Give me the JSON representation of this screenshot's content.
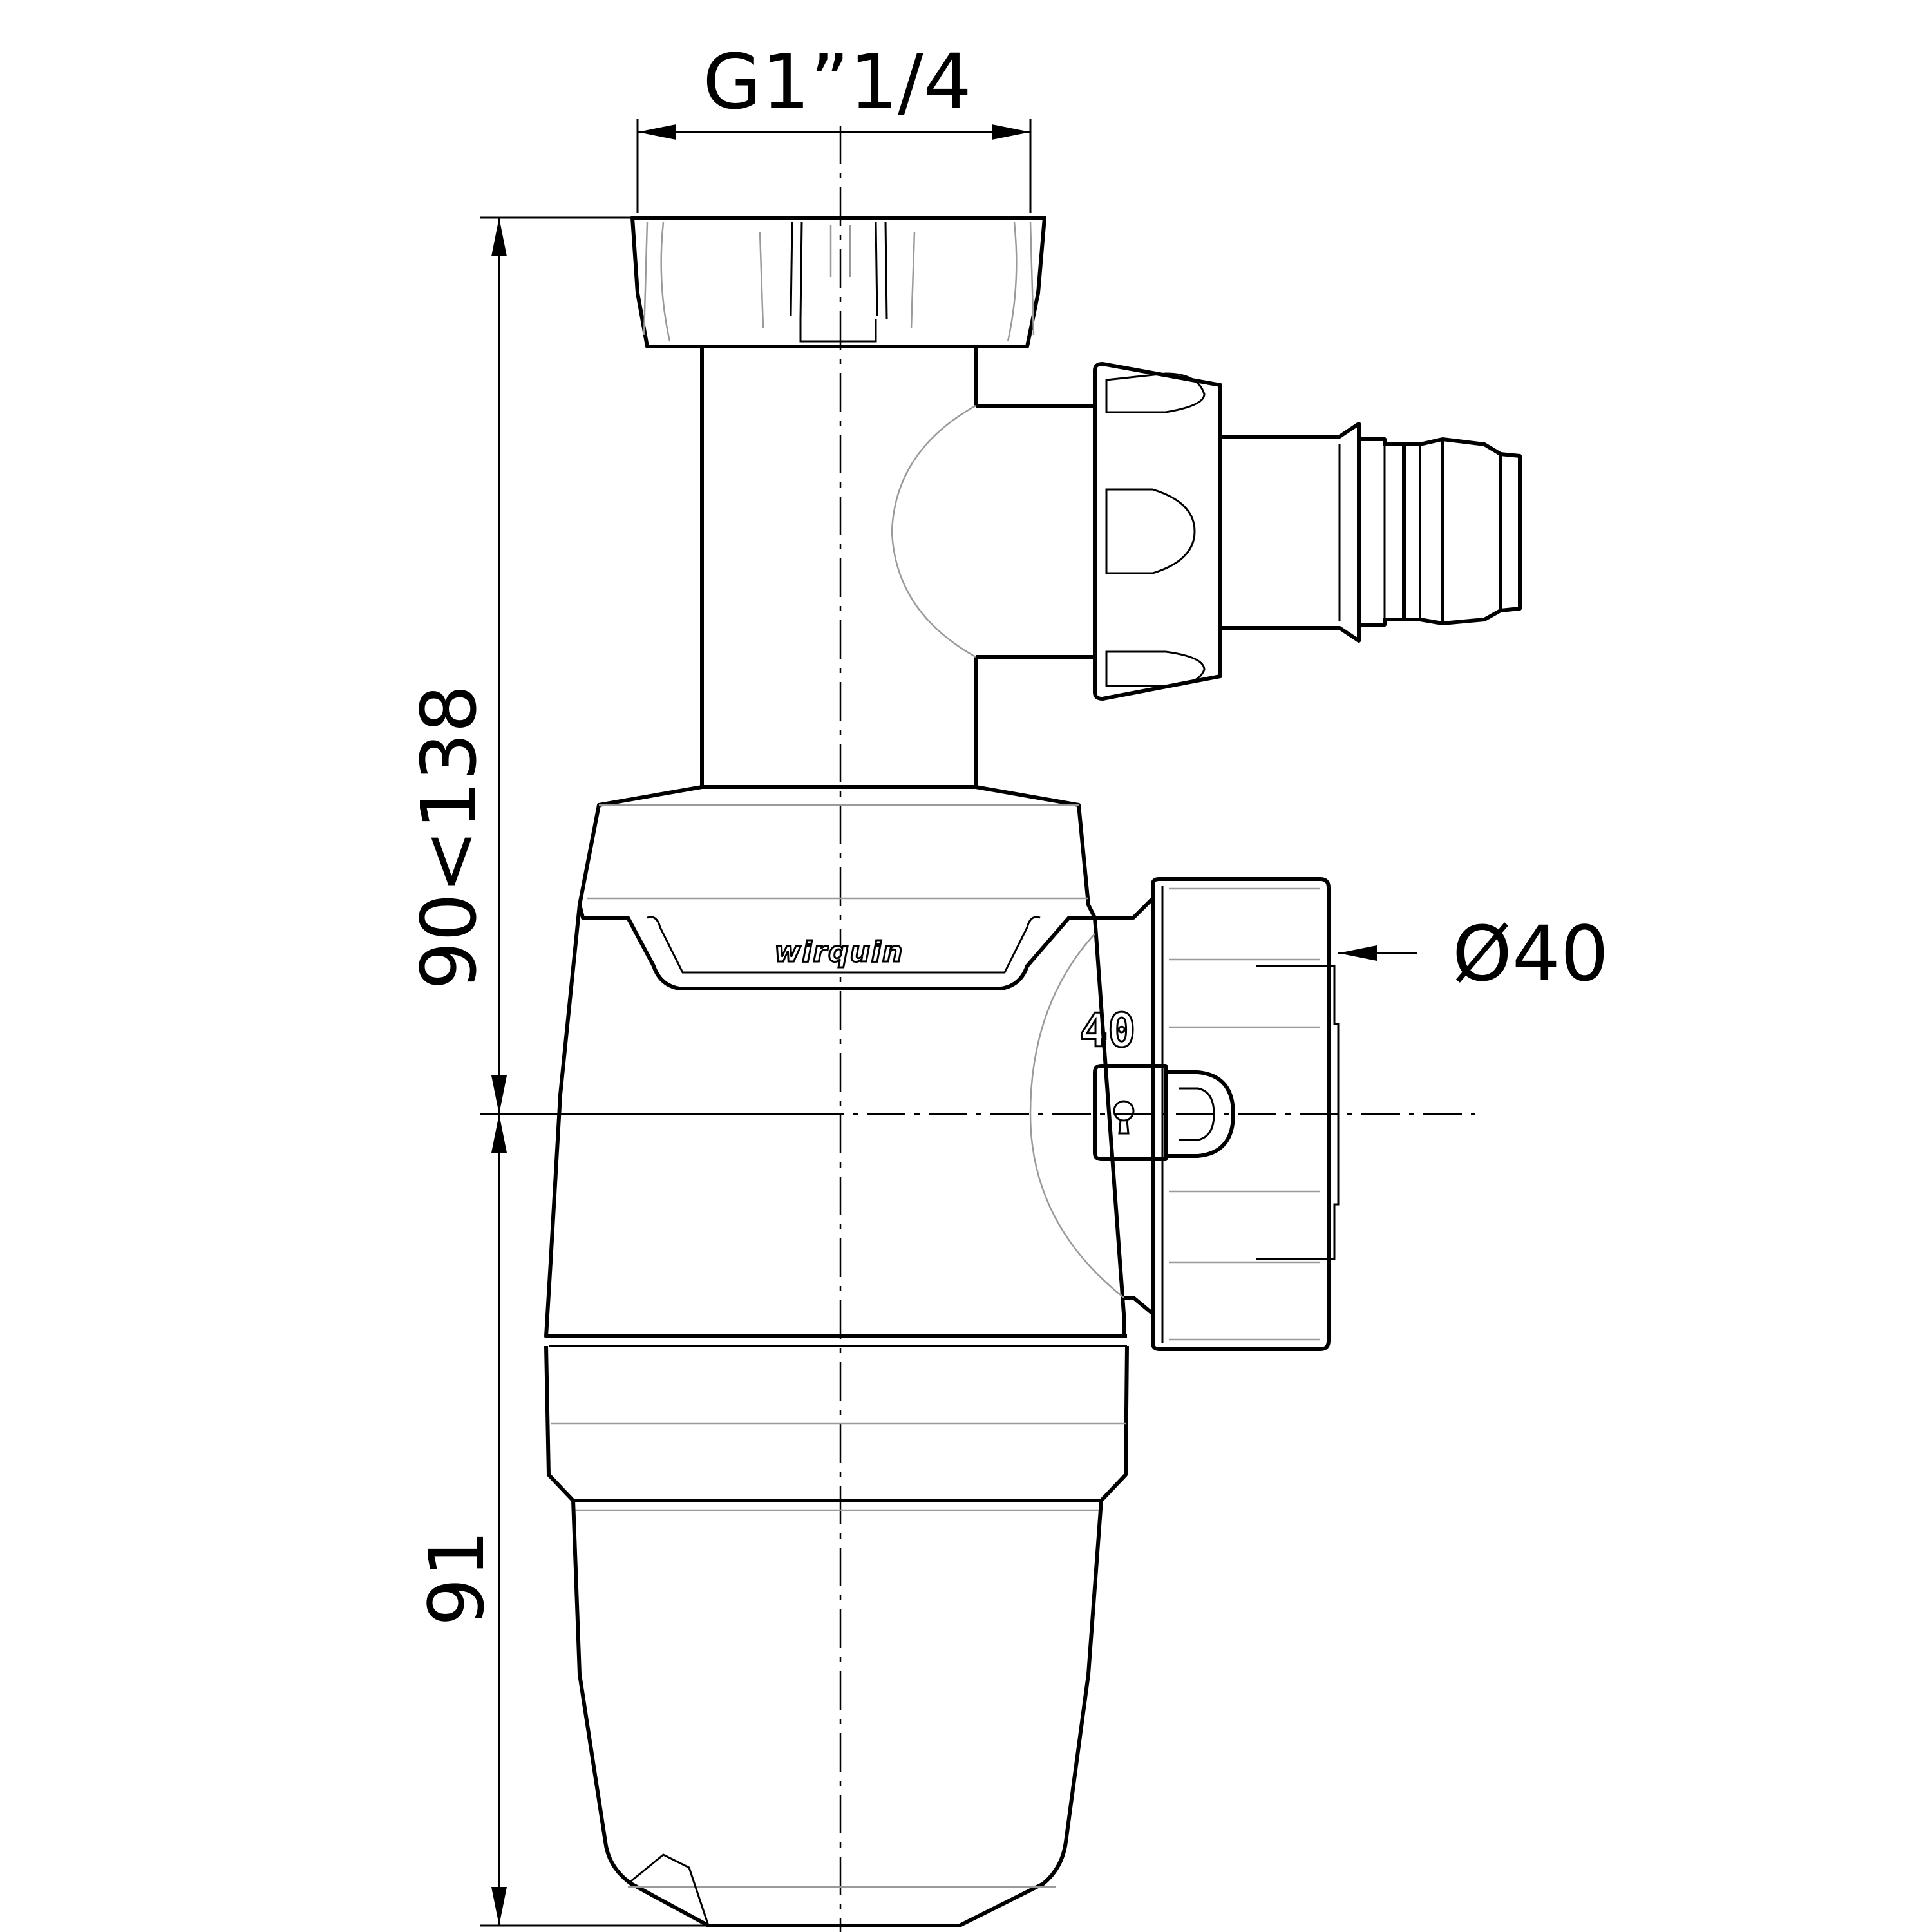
{
  "drawing": {
    "brand_logo": "wirquin",
    "inlet_thread": "G1”1/4",
    "height_range": "90<138",
    "bottom_height": "91",
    "outlet_diameter": "Ø40",
    "outlet_marking": "40"
  }
}
